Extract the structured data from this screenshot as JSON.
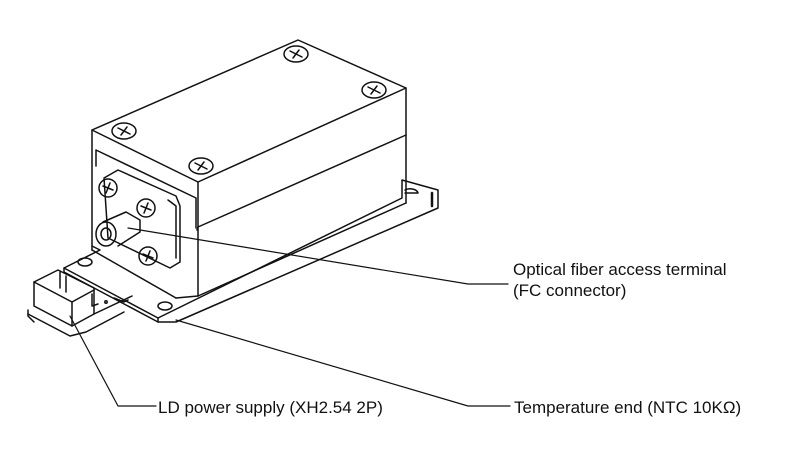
{
  "diagram": {
    "subject": "Laser diode module (isometric line drawing)",
    "line_color": "#111111",
    "background": "#ffffff"
  },
  "callouts": {
    "fiber": {
      "line1": "Optical fiber access terminal",
      "line2": "(FC connector)"
    },
    "power": {
      "text": "LD power supply (XH2.54 2P)"
    },
    "temperature": {
      "text": "Temperature end (NTC 10KΩ)"
    }
  }
}
